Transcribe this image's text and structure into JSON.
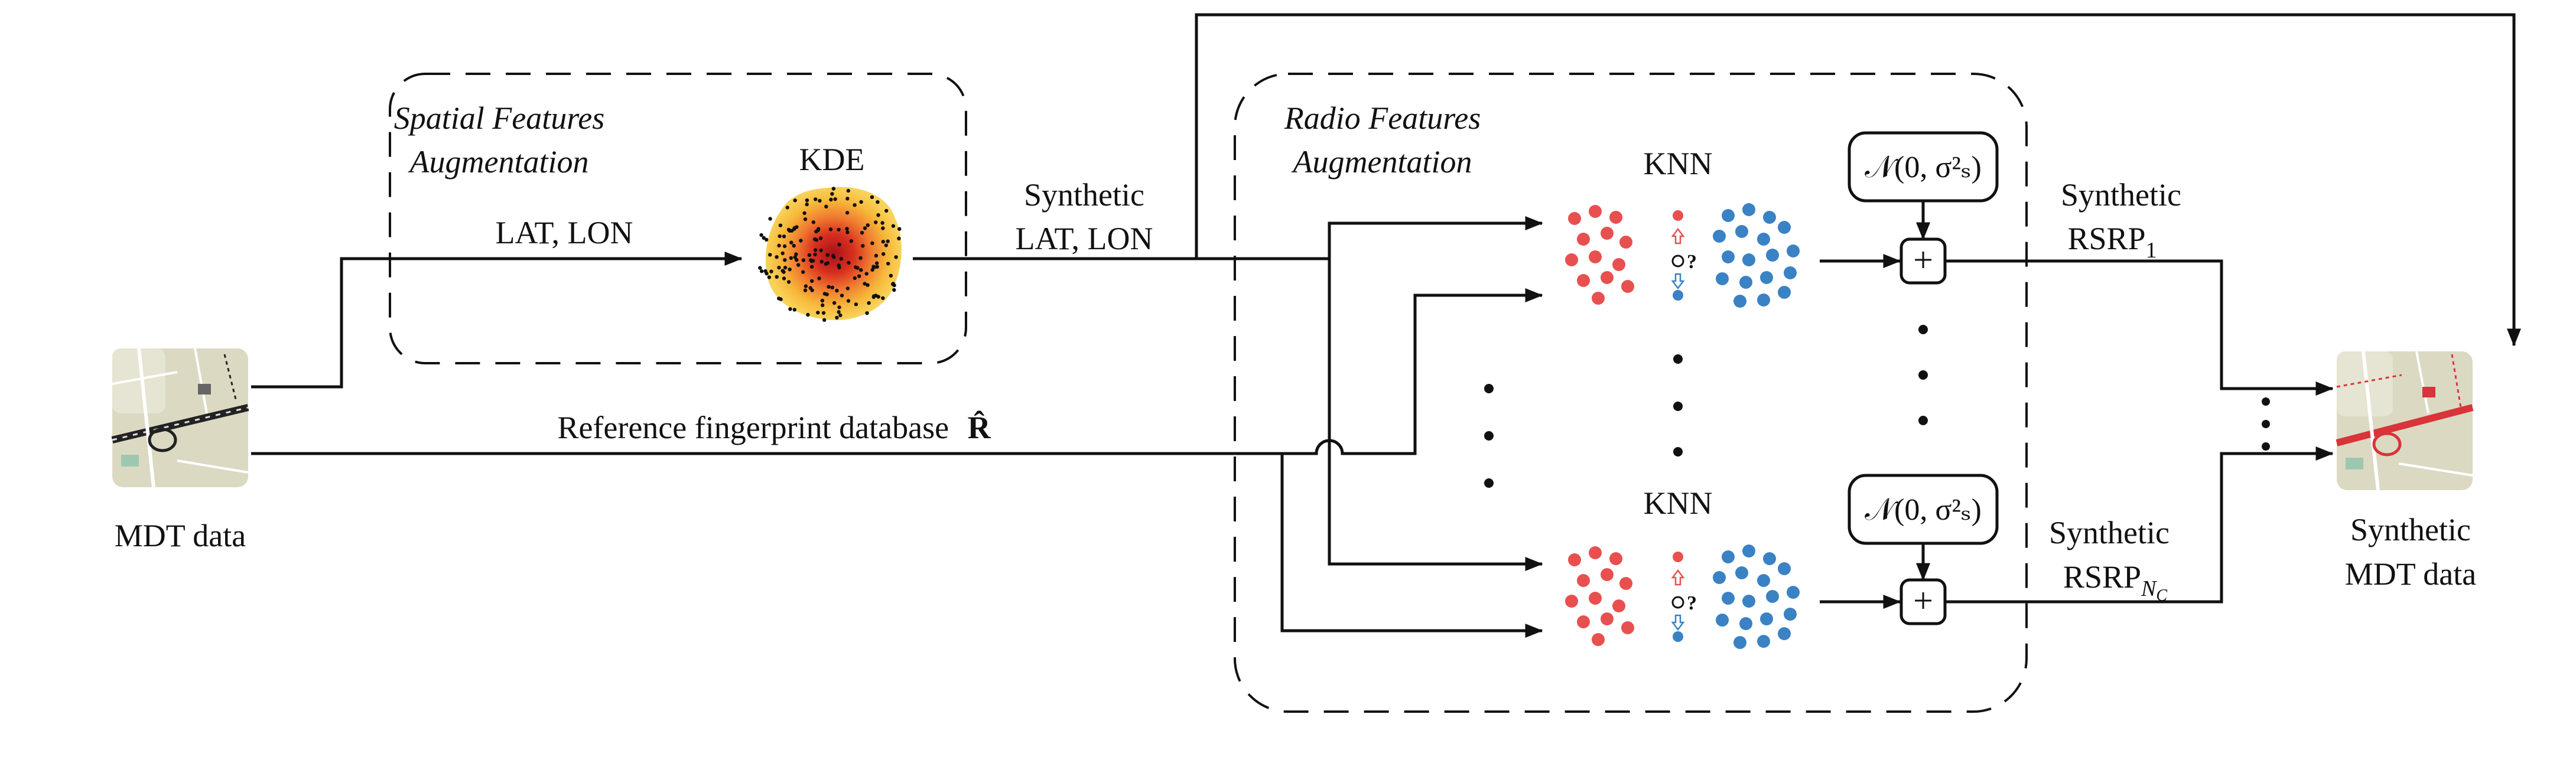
{
  "groups": {
    "spatial_line1": "Spatial Features",
    "spatial_line2": "Augmentation",
    "radio_line1": "Radio Features",
    "radio_line2": "Augmentation"
  },
  "labels": {
    "kde": "KDE",
    "knn_top": "KNN",
    "knn_bottom": "KNN",
    "lat_lon": "LAT, LON",
    "synthetic_latlon_1": "Synthetic",
    "synthetic_latlon_2": "LAT, LON",
    "reference_db": "Reference fingerprint database",
    "reference_db_symbol": "R̂",
    "mdt_data": "MDT data",
    "synthetic_mdt_1": "Synthetic",
    "synthetic_mdt_2": "MDT data",
    "synthetic_rsrp_top_1": "Synthetic",
    "synthetic_rsrp_top_2": "RSRP",
    "synthetic_rsrp_top_sub": "1",
    "synthetic_rsrp_bottom_1": "Synthetic",
    "synthetic_rsrp_bottom_2": "RSRP",
    "synthetic_rsrp_bottom_sub": "N",
    "synthetic_rsrp_bottom_subsub": "C",
    "noise_top": "𝒩(0, σ²ₛ)",
    "noise_bottom": "𝒩(0, σ²ₛ)",
    "plus": "+",
    "query": "?"
  },
  "colors": {
    "red_points": "#e8504f",
    "blue_points": "#3a82c4",
    "kde_outer": "#f7c64a",
    "kde_mid": "#f0883a",
    "kde_core": "#c51f1f",
    "map_bg": "#d9d7c0",
    "map_road": "#ffffff",
    "map_red": "#d8343a"
  }
}
